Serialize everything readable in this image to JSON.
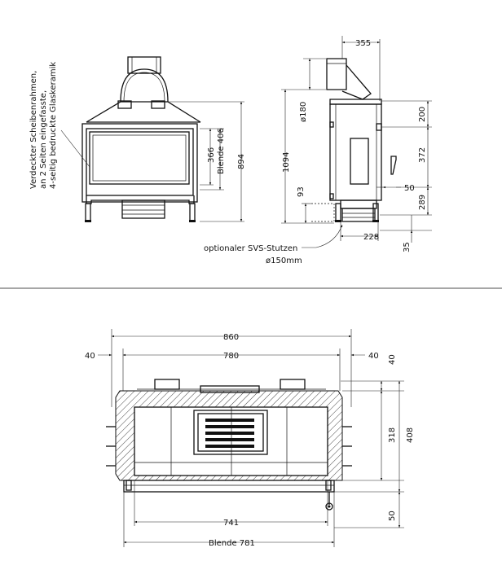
{
  "front_view": {
    "callout": [
      "Verdeckter Scheibenrahmen,",
      "an 2 Seiten eingefasste,",
      "4-seitig bedruckte Glaskeramik"
    ],
    "dims": {
      "d366": "366",
      "d406": "Blende 406",
      "d894": "894"
    }
  },
  "side_view": {
    "dims": {
      "d355": "355",
      "d180": "ø180",
      "d200": "200",
      "d1094": "1094",
      "d372": "372",
      "d50": "50",
      "d93": "93",
      "d289": "289",
      "d228": "228",
      "d35": "35"
    },
    "note": [
      "optionaler SVS-Stutzen",
      "ø150mm"
    ]
  },
  "top_view": {
    "dims": {
      "d860": "860",
      "d780": "780",
      "d40l": "40",
      "d40r": "40",
      "d40v": "40",
      "d318": "318",
      "d408": "408",
      "d50": "50",
      "d741": "741",
      "d781": "Blende 781"
    }
  }
}
